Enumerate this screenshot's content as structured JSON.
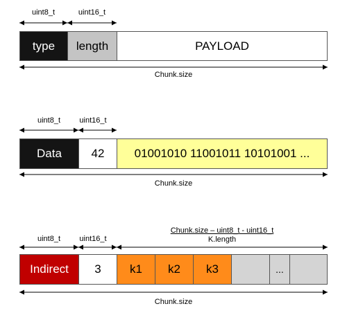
{
  "colors": {
    "type_bg": "#141414",
    "length_bg": "#c4c4c4",
    "payload_bg": "#ffffff",
    "data_bg": "#141414",
    "binary_bg": "#ffff99",
    "indirect_bg": "#c00000",
    "key_bg": "#ff8b1a",
    "empty_bg": "#d4d4d4"
  },
  "generic_chunk": {
    "field1_type_label": "uint8_t",
    "field2_type_label": "uint16_t",
    "type_cell": "type",
    "length_cell": "length",
    "payload_cell": "PAYLOAD",
    "size_label": "Chunk.size"
  },
  "data_chunk": {
    "field1_type_label": "uint8_t",
    "field2_type_label": "uint16_t",
    "type_cell": "Data",
    "length_cell": "42",
    "payload_cell": "01001010 11001011 10101001 ...",
    "size_label": "Chunk.size"
  },
  "indirect_chunk": {
    "field1_type_label": "uint8_t",
    "field2_type_label": "uint16_t",
    "payload_size_label": "Chunk.size – uint8_t - uint16_t",
    "payload_length_label": "K.length",
    "type_cell": "Indirect",
    "length_cell": "3",
    "keys": [
      "k1",
      "k2",
      "k3"
    ],
    "ellipsis_cell": "...",
    "size_label": "Chunk.size"
  }
}
